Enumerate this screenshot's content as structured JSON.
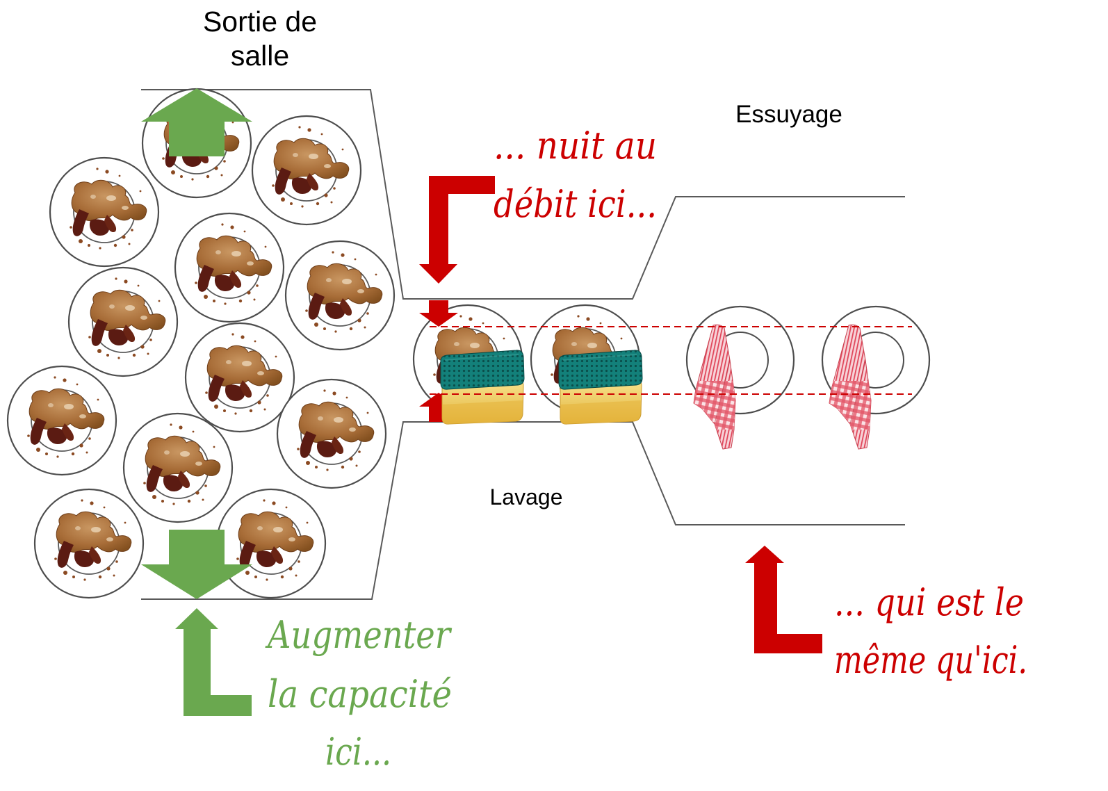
{
  "title": {
    "lines": [
      "Sortie de",
      "salle"
    ]
  },
  "stages": {
    "drying": {
      "label": "Essuyage"
    },
    "washing": {
      "label": "Lavage"
    }
  },
  "annotations": {
    "capacity": {
      "lines": [
        "Augmenter",
        "la capacité",
        "ici..."
      ]
    },
    "throughput": {
      "lines": [
        "... nuit au",
        "débit ici..."
      ]
    },
    "same": {
      "lines": [
        "... qui est le",
        "même qu'ici."
      ]
    }
  },
  "colors": {
    "green": "#6aa84f",
    "red": "#cc0000",
    "outline": "#595959",
    "text": "#000000"
  },
  "icons": {
    "dirty_plate": "dirty-plate-icon",
    "clean_plate": "clean-plate-icon",
    "sponge": "sponge-icon",
    "towel": "towel-icon",
    "arrow_up": "arrow-up-icon",
    "arrow_down": "arrow-down-icon"
  }
}
